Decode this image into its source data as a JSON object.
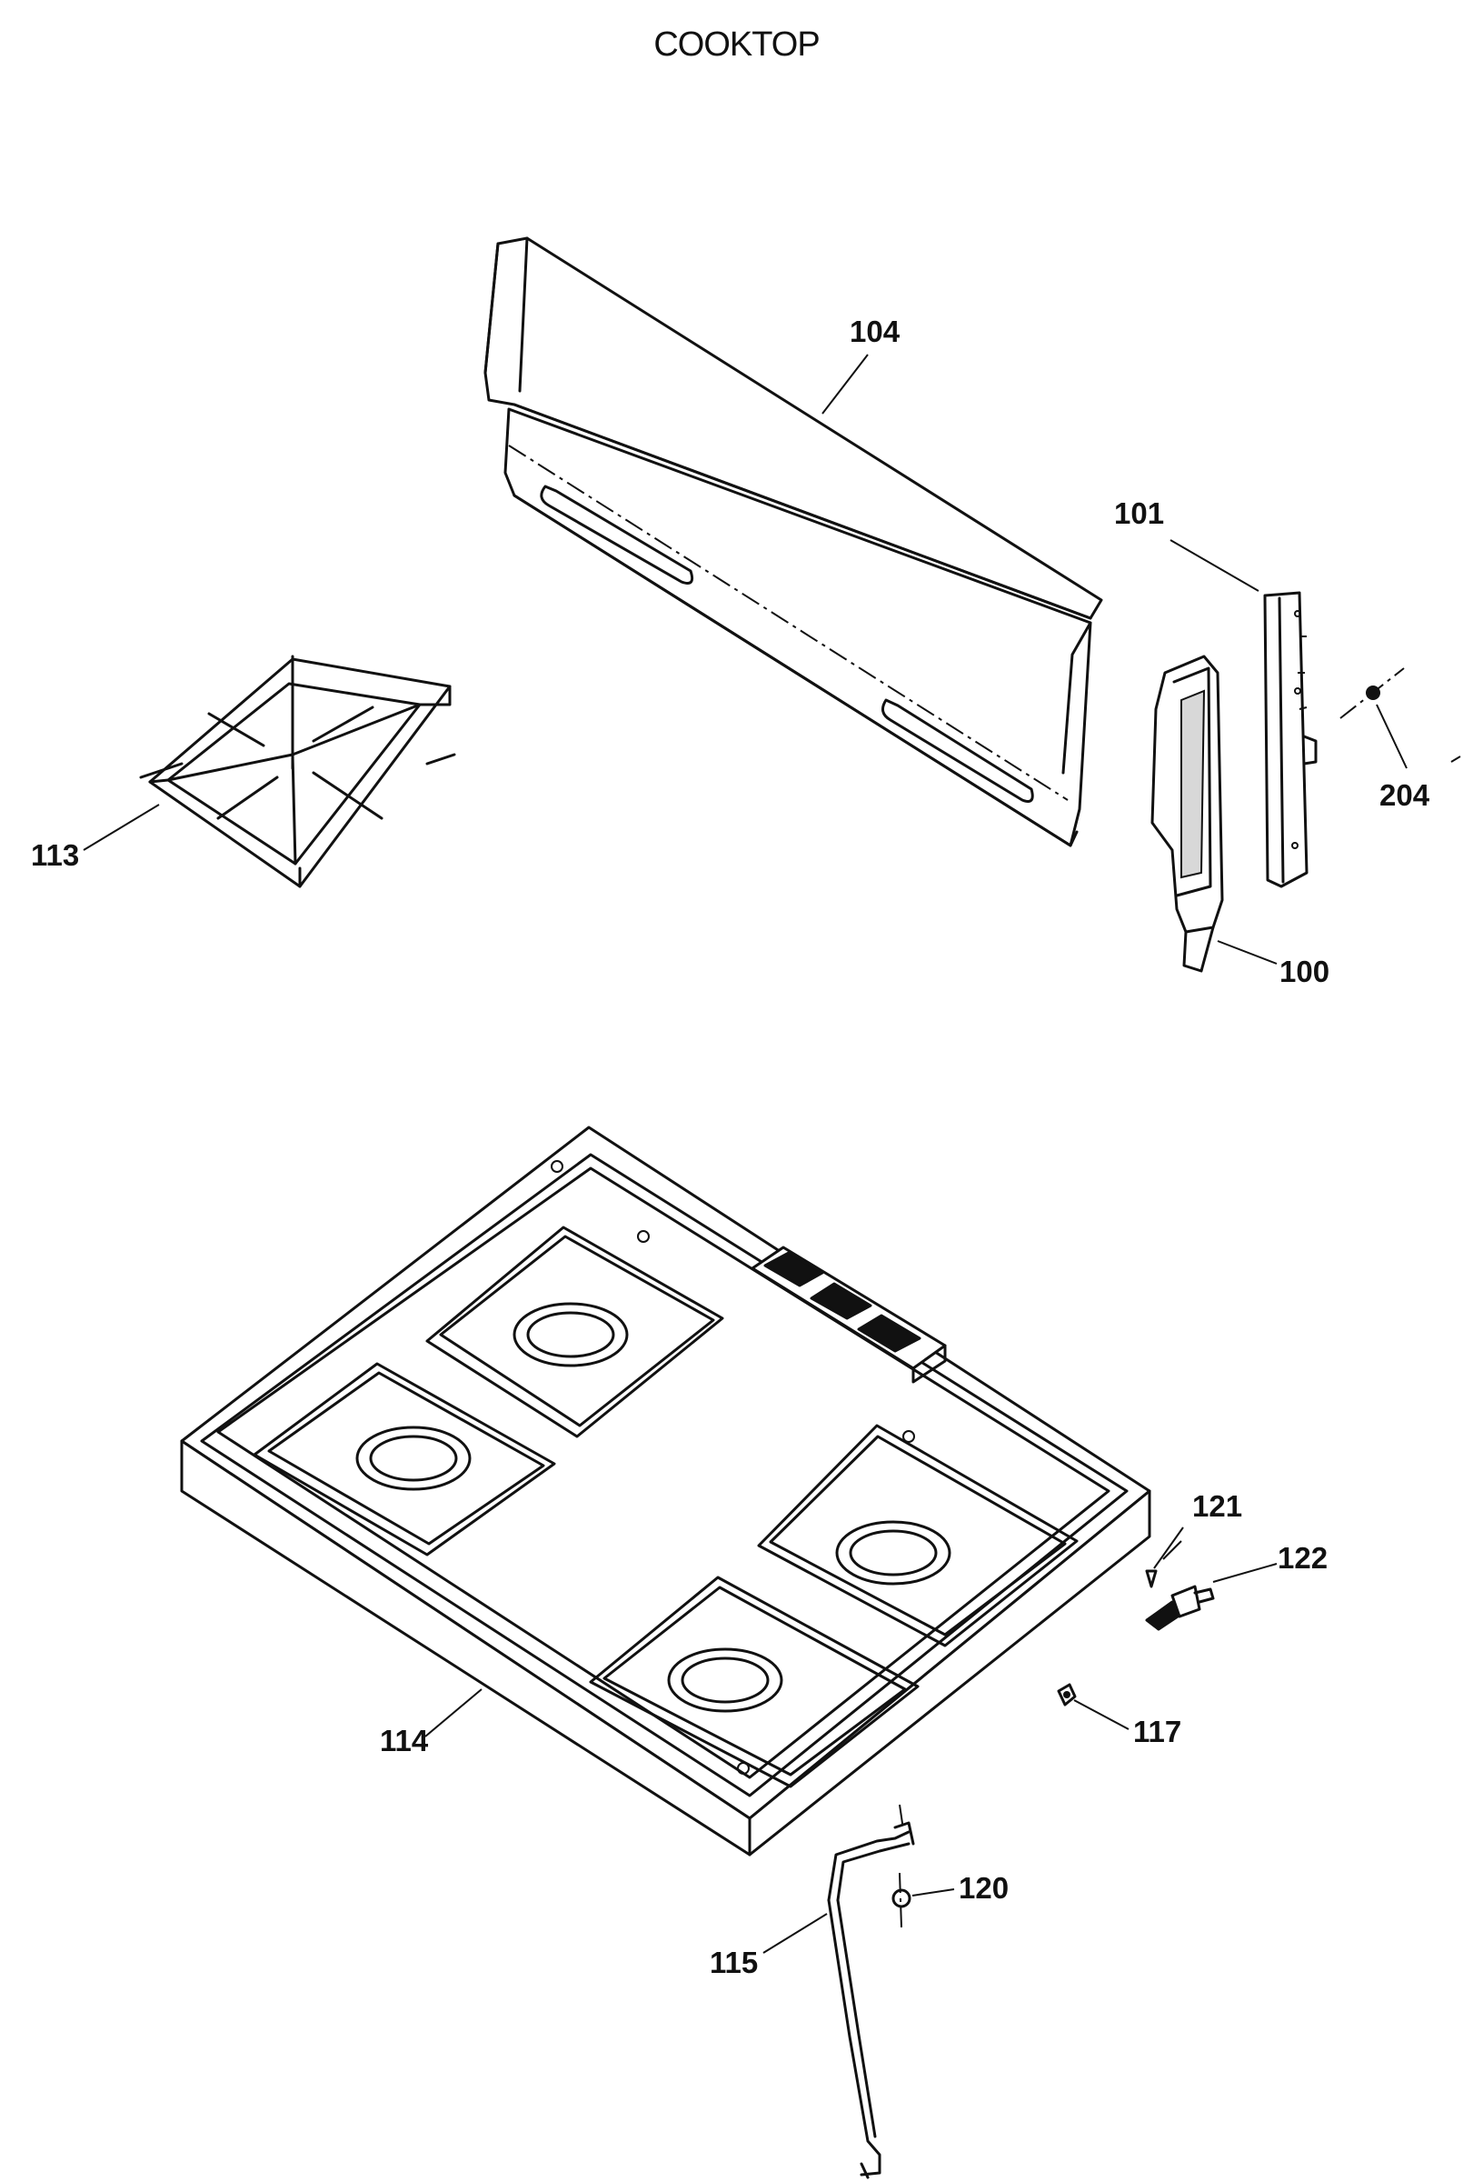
{
  "title": "COOKTOP",
  "parts": [
    {
      "id": "104",
      "part": "backsplash"
    },
    {
      "id": "101",
      "part": "side-bracket"
    },
    {
      "id": "204",
      "part": "screw"
    },
    {
      "id": "113",
      "part": "burner-grate"
    },
    {
      "id": "100",
      "part": "end-cap"
    },
    {
      "id": "121",
      "part": "screw"
    },
    {
      "id": "122",
      "part": "switch"
    },
    {
      "id": "117",
      "part": "nut"
    },
    {
      "id": "114",
      "part": "cooktop"
    },
    {
      "id": "120",
      "part": "screw"
    },
    {
      "id": "115",
      "part": "support-rod"
    }
  ]
}
